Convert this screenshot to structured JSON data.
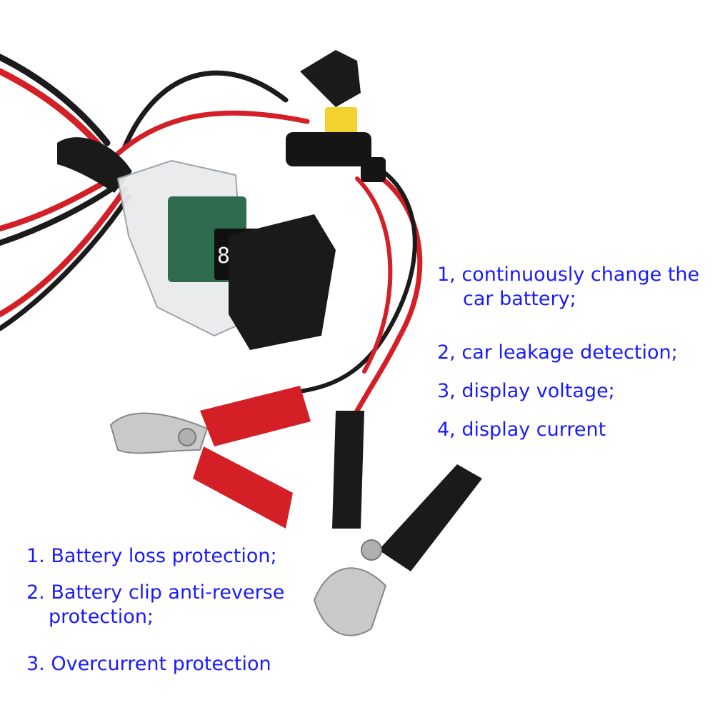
{
  "colors": {
    "text": "#1a1aff",
    "red_wire": "#d41f26",
    "black_wire": "#1b1b1b",
    "fuse": "#f2d22e",
    "clip_metal": "#c9c9c9"
  },
  "features_right": [
    {
      "line1": "1, continuously change the",
      "line2": "car battery;"
    },
    {
      "line1": "2, car leakage detection;"
    },
    {
      "line1": "3, display voltage;"
    },
    {
      "line1": "4, display current"
    }
  ],
  "protections_left": [
    {
      "line1": "1. Battery loss protection;"
    },
    {
      "line1": "2. Battery clip anti-reverse",
      "line2": "protection;"
    },
    {
      "line1": "3. Overcurrent protection"
    }
  ],
  "display_digits": "888"
}
